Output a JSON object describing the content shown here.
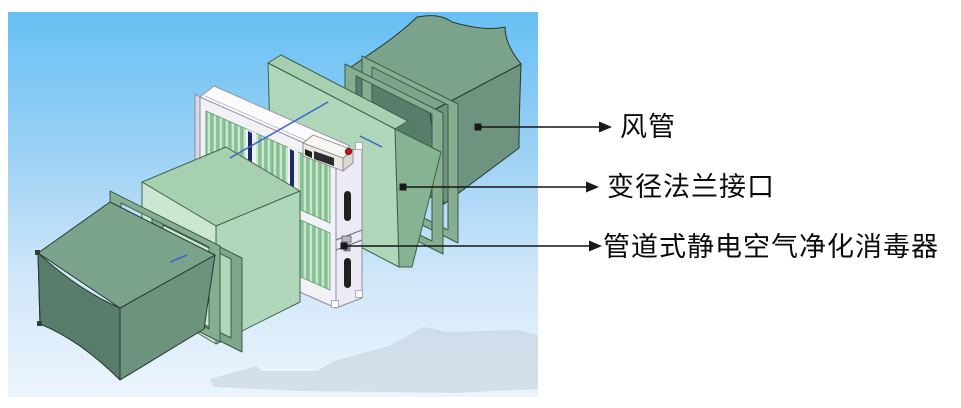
{
  "diagram": {
    "type": "exploded-assembly-illustration",
    "subject": "管道式静电空气净化消毒器",
    "labels": [
      {
        "text": "风管"
      },
      {
        "text": "变径法兰接口"
      },
      {
        "text": "管道式静电空气净化消毒器"
      }
    ],
    "colors": {
      "background_sky_top": "#66c0f3",
      "background_sky_mid": "#9ed2f5",
      "background_sky_low": "#cfe6f9",
      "background_sky_bottom": "#ecf5fc",
      "ground_shadow": "#c5d3de",
      "duct_top": "#7ba28a",
      "duct_side": "#6d937e",
      "duct_side_right": "#6e9480",
      "duct_shadow": "#587d6b",
      "flange_frame": "#86ad90",
      "reducer_top": "#a6d0af",
      "reducer_front": "#cbe7d1",
      "reducer_panel": "#b0d7ba",
      "reducer_fold": "#86b493",
      "unit_body": "#f2f1f7",
      "unit_top_cover": "#fbfbfe",
      "unit_side_panel": "#eceaf4",
      "filter_light": "#c9e7ce",
      "filter_dark": "#8cc496",
      "divider_navy": "#1c2a63",
      "handle_black": "#202020",
      "indicator_red": "#d01414",
      "dimension_blue": "#3a66cc",
      "annotation_black": "#141414"
    }
  }
}
